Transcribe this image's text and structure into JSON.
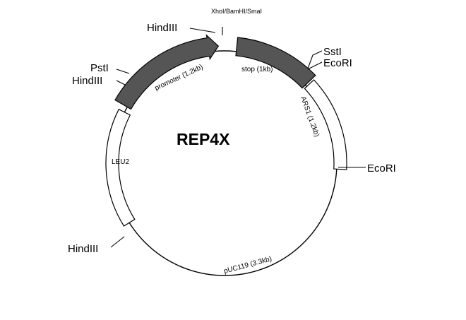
{
  "diagram": {
    "title": "REP4X",
    "colors": {
      "dark_segment": "#555555",
      "light_segment": "#ffffff",
      "line": "#000000"
    },
    "top_label": "XhoI/BamHI/SmaI",
    "segments": {
      "promoter": "promoter (1.2kb)",
      "stop": "stop (1kb)",
      "ars1": "ARS1 (1.2kb)",
      "leu2": "LEU2",
      "puc119": "pUC119 (3.3kb)"
    },
    "sites": {
      "hindiii_top": "HindIII",
      "psti": "PstI",
      "hindiii_left": "HindIII",
      "ssti": "SstI",
      "ecori_top": "EcoRI",
      "ecori_right": "EcoRI",
      "hindiii_bottom": "HindIII"
    }
  }
}
